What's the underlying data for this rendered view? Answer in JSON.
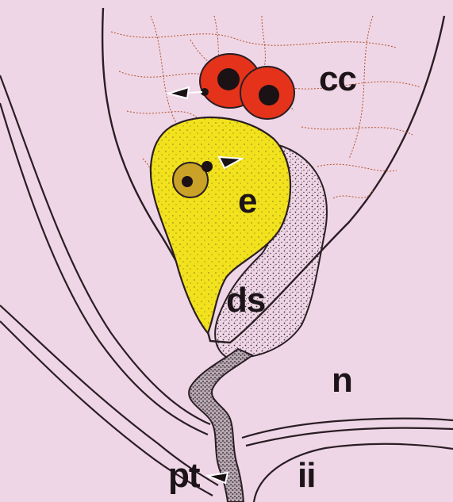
{
  "figure": {
    "labels": {
      "cc": "cc",
      "e": "e",
      "ds": "ds",
      "n": "n",
      "pt": "pt",
      "ii": "ii"
    },
    "colors": {
      "background": "#efd6e6",
      "outline": "#2a1e24",
      "central_cell_red": "#e4331a",
      "egg_yellow": "#f2e21e",
      "synergid_stipple": "#3a2a30",
      "tube_fill": "#9c8a94"
    }
  }
}
